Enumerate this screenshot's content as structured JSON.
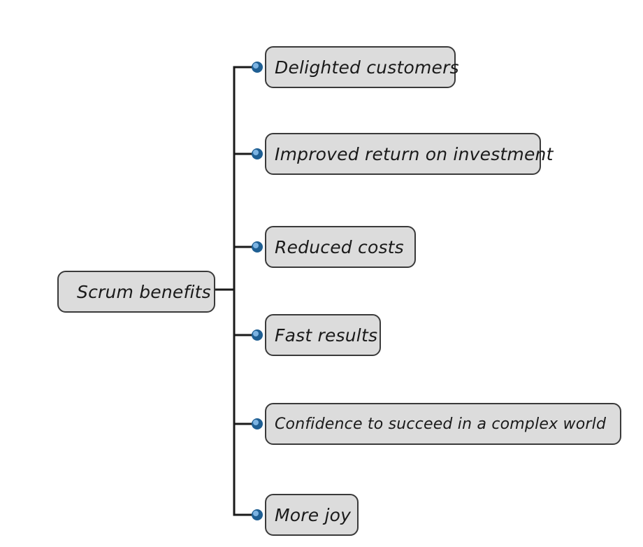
{
  "diagram": {
    "root": {
      "label": "Scrum benefits"
    },
    "children": [
      {
        "label": "Delighted customers"
      },
      {
        "label": "Improved return on investment"
      },
      {
        "label": "Reduced costs"
      },
      {
        "label": "Fast results"
      },
      {
        "label": "Confidence to succeed in a complex world"
      },
      {
        "label": "More joy"
      }
    ],
    "colors": {
      "node_fill": "#dcdcdc",
      "node_border": "#3a3a3a",
      "connector": "#1a1a1a",
      "bullet": "#1f5f93",
      "bullet_highlight": "#7cb3e2"
    },
    "icons": {
      "bullet": "blue-dot-icon"
    }
  }
}
